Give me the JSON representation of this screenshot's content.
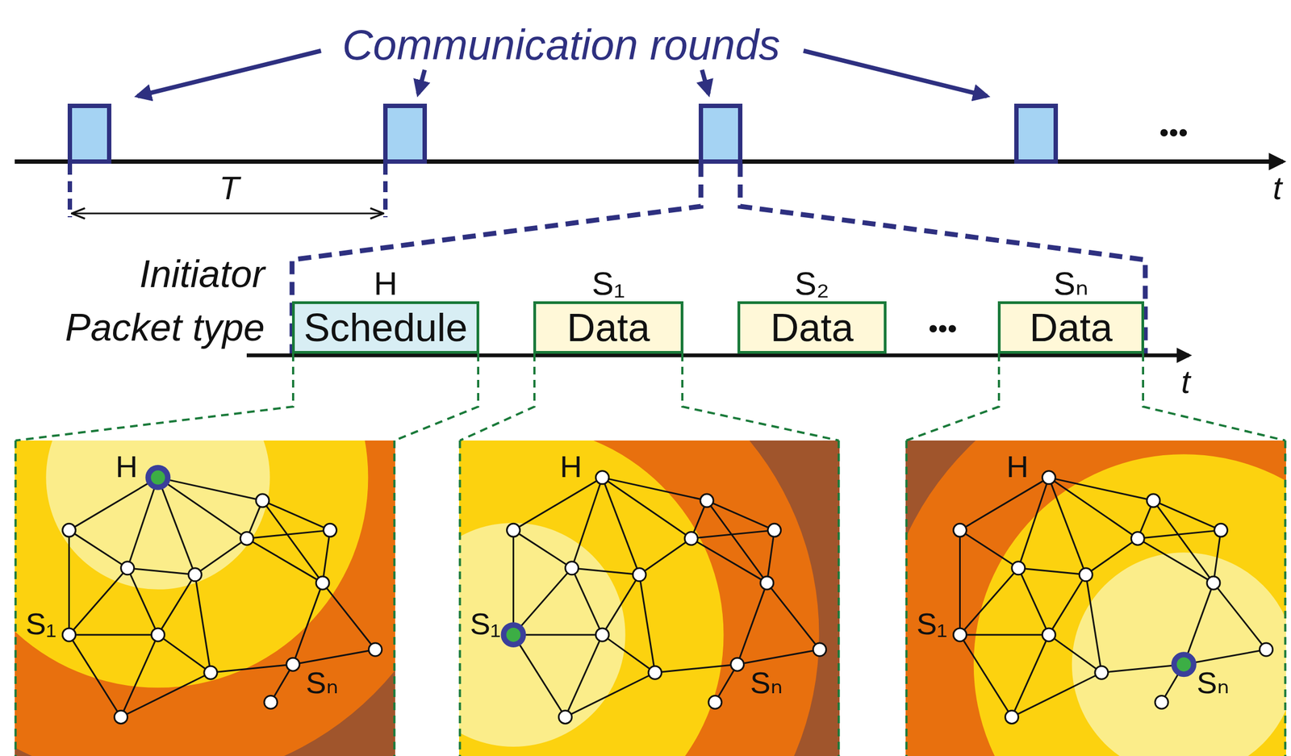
{
  "diagram": {
    "nodes": [
      {
        "text": [
          "H",
          "Schedule"
        ]
      },
      {
        "text": [
          "S₁",
          "Data"
        ]
      },
      {
        "text": [
          "S₂",
          "Data"
        ]
      },
      {
        "text": [
          "Sₙ",
          "Data"
        ]
      }
    ],
    "labels": [
      "Communication rounds",
      "T",
      "•••",
      "t",
      "Initiator",
      "Packet type",
      "•••",
      "t",
      "H",
      "S₁",
      "Sₙ",
      "H",
      "S₁",
      "Sₙ",
      "H",
      "S₁",
      "Sₙ"
    ]
  }
}
